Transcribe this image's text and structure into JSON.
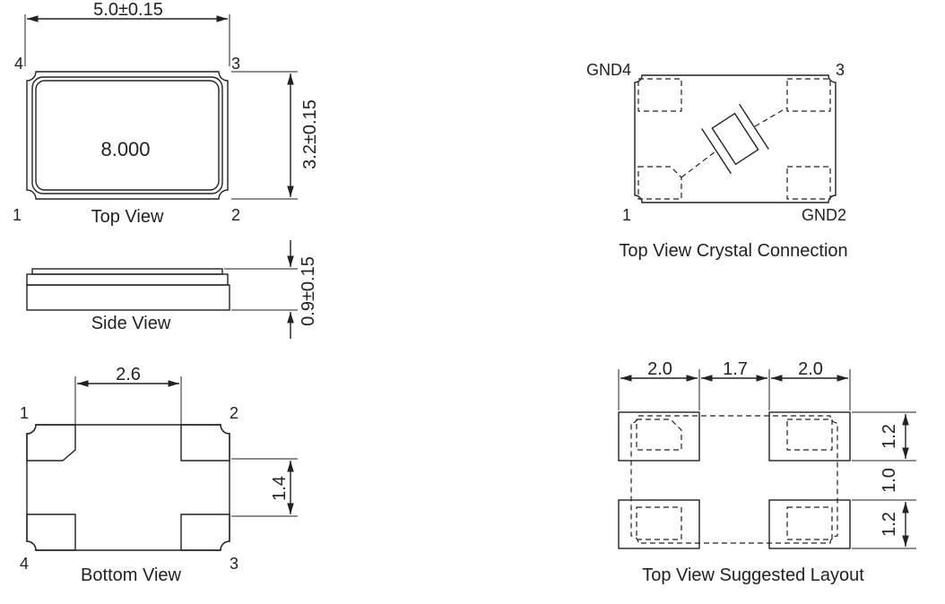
{
  "top_view": {
    "width_dim": "5.0±0.15",
    "height_dim": "3.2±0.15",
    "marking": "8.000",
    "caption": "Top View",
    "pins": {
      "p1": "1",
      "p2": "2",
      "p3": "3",
      "p4": "4"
    }
  },
  "side_view": {
    "caption": "Side View",
    "thickness_dim": "0.9±0.15"
  },
  "bottom_view": {
    "caption": "Bottom View",
    "pitch_x": "2.6",
    "pitch_y": "1.4",
    "pins": {
      "p1": "1",
      "p2": "2",
      "p3": "3",
      "p4": "4"
    }
  },
  "crystal_connection": {
    "caption": "Top View Crystal Connection",
    "pin4": "GND4",
    "pin3": "3",
    "pin1": "1",
    "pin2": "GND2"
  },
  "suggested_layout": {
    "caption": "Top View Suggested Layout",
    "pad_w": "2.0",
    "gap_x": "1.7",
    "pad_w2": "2.0",
    "pad_h": "1.2",
    "gap_y": "1.0",
    "pad_h2": "1.2"
  }
}
